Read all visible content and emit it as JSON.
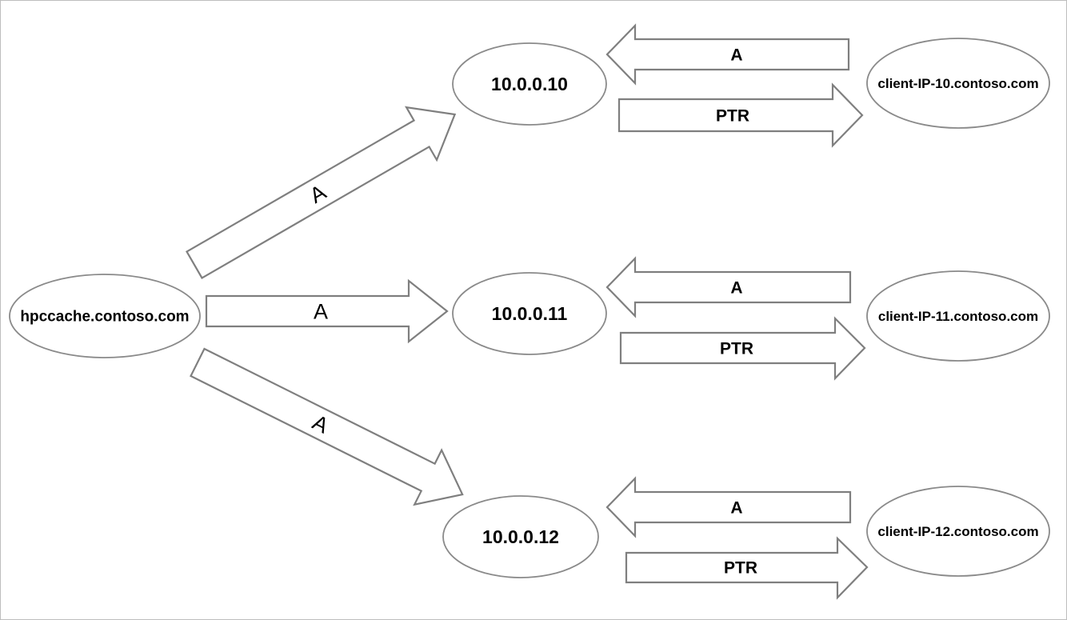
{
  "diagram": {
    "type": "dns-record-flow",
    "colors": {
      "background": "#ffffff",
      "frame_border": "#bdbdbd",
      "node_stroke": "#8a8a8a",
      "arrow_stroke": "#7f7f7f",
      "text": "#000000"
    },
    "source": {
      "label": "hpccache.contoso.com"
    },
    "source_arrows": [
      {
        "label": "A",
        "to": "10.0.0.10"
      },
      {
        "label": "A",
        "to": "10.0.0.11"
      },
      {
        "label": "A",
        "to": "10.0.0.12"
      }
    ],
    "rows": [
      {
        "ip": "10.0.0.10",
        "client": "client-IP-10.contoso.com",
        "a_label": "A",
        "ptr_label": "PTR"
      },
      {
        "ip": "10.0.0.11",
        "client": "client-IP-11.contoso.com",
        "a_label": "A",
        "ptr_label": "PTR"
      },
      {
        "ip": "10.0.0.12",
        "client": "client-IP-12.contoso.com",
        "a_label": "A",
        "ptr_label": "PTR"
      }
    ]
  }
}
